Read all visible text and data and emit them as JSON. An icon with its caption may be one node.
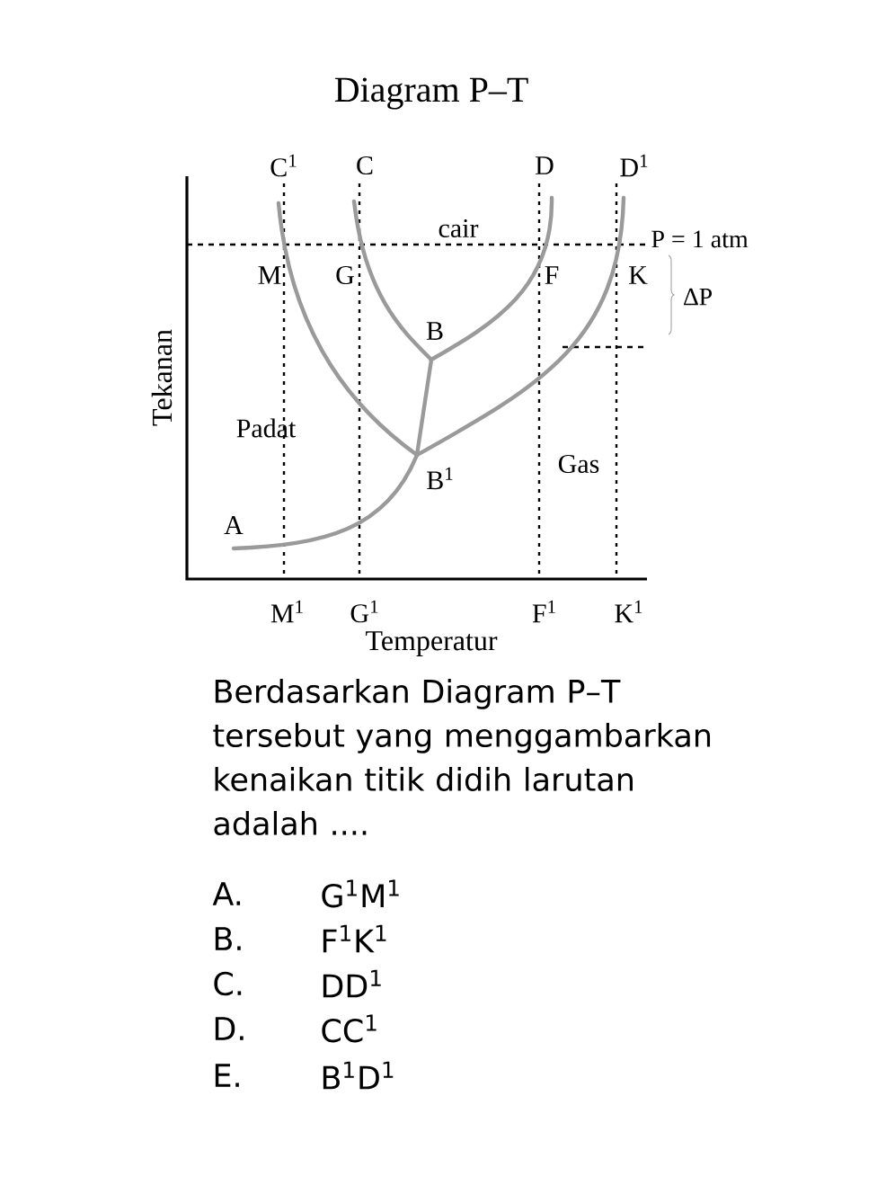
{
  "diagram": {
    "title": "Diagram P–T",
    "labels": [
      "C$^{1}$",
      "C",
      "D",
      "D$^{1}$",
      "cair",
      "P = 1 atm",
      "M",
      "G",
      "F",
      "K",
      "∆P",
      "B",
      "Tekanan",
      "Padat",
      "B$^{1}$",
      "Gas",
      "A",
      "M$^{1}$",
      "G$^{1}$",
      "F$^{1}$",
      "K$^{1}$",
      "Temperatur",
      "Berdasarkan Diagram P–T tersebut yang menggambarkan kenaikan titik didih larutan adalah ....",
      "A.",
      "G$^{1}$M$^{1}$",
      "B.",
      "F$^{1}$K$^{1}$",
      "C.",
      "DD$^{1}$",
      "D.",
      "CC$^{1}$",
      "E.",
      "B$^{1}$D$^{1}$"
    ]
  }
}
